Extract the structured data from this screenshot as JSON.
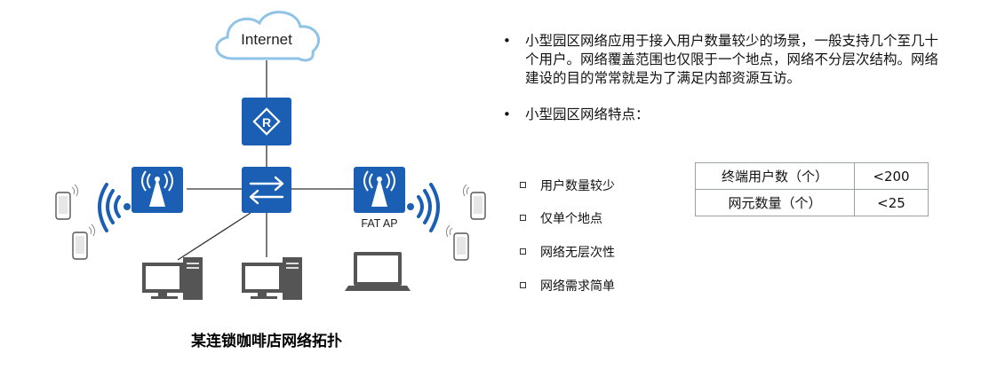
{
  "diagram": {
    "cloud_label": "Internet",
    "router_icon": "router-icon",
    "switch_icon": "switch-icon",
    "ap_icon": "wireless-ap-icon",
    "fat_ap_label": "FAT AP",
    "caption": "某连锁咖啡店网络拓扑",
    "colors": {
      "device_blue": "#1a5fb4",
      "cloud_stroke": "#8fc3e8",
      "link": "#333333"
    }
  },
  "bullets": [
    {
      "text": "小型园区网络应用于接入用户数量较少的场景，一般支持几个至几十个用户。网络覆盖范围也仅限于一个地点，网络不分层次结构。网络建设的目的常常就是为了满足内部资源互访。"
    },
    {
      "text": "小型园区网络特点："
    }
  ],
  "sub_bullets": [
    "用户数量较少",
    "仅单个地点",
    "网络无层次性",
    "网络需求简单"
  ],
  "table": {
    "rows": [
      {
        "key": "终端用户数（个）",
        "value": "<200"
      },
      {
        "key": "网元数量（个）",
        "value": "<25"
      }
    ]
  }
}
